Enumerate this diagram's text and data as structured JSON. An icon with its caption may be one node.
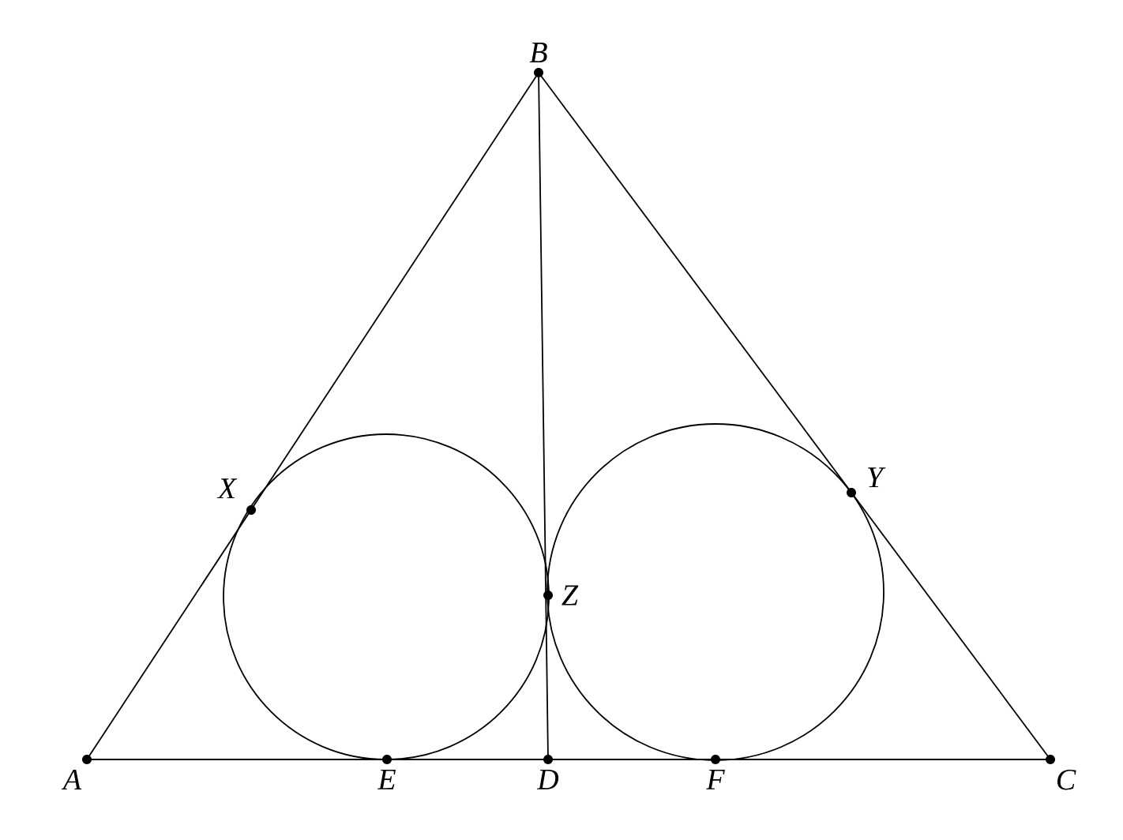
{
  "diagram": {
    "nodes": [
      {
        "text": [
          "B"
        ]
      },
      {
        "text": [
          "X"
        ]
      },
      {
        "text": [
          "Y"
        ]
      },
      {
        "text": [
          "Z"
        ]
      },
      {
        "text": [
          "A"
        ]
      },
      {
        "text": [
          "E"
        ]
      },
      {
        "text": [
          "D"
        ]
      },
      {
        "text": [
          "F"
        ]
      },
      {
        "text": [
          "C"
        ]
      }
    ],
    "edges": [
      {
        "from": 4,
        "to": 0,
        "arrow": "none"
      },
      {
        "from": 0,
        "to": 8,
        "arrow": "none"
      },
      {
        "from": 4,
        "to": 8,
        "arrow": "none"
      },
      {
        "from": 0,
        "to": 6,
        "arrow": "none"
      }
    ]
  }
}
